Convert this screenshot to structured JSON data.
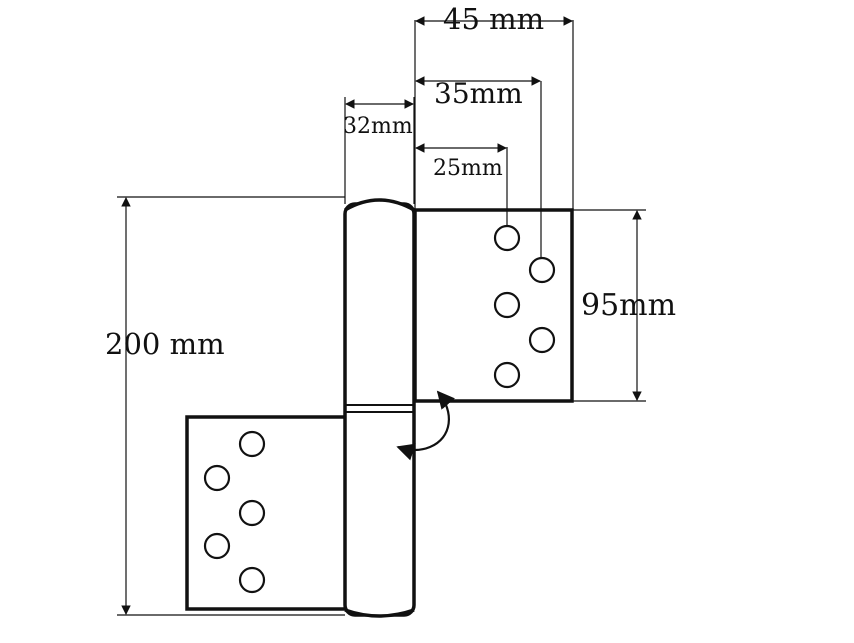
{
  "diagram": {
    "labels": {
      "dim_45": "45 mm",
      "dim_35": "35mm",
      "dim_32": "32mm",
      "dim_25": "25mm",
      "dim_95": "95mm",
      "dim_200": "200 mm"
    },
    "colors": {
      "line": "#111111",
      "background": "#ffffff"
    },
    "hole_counts": {
      "upper_leaf": 5,
      "lower_leaf": 5
    }
  }
}
